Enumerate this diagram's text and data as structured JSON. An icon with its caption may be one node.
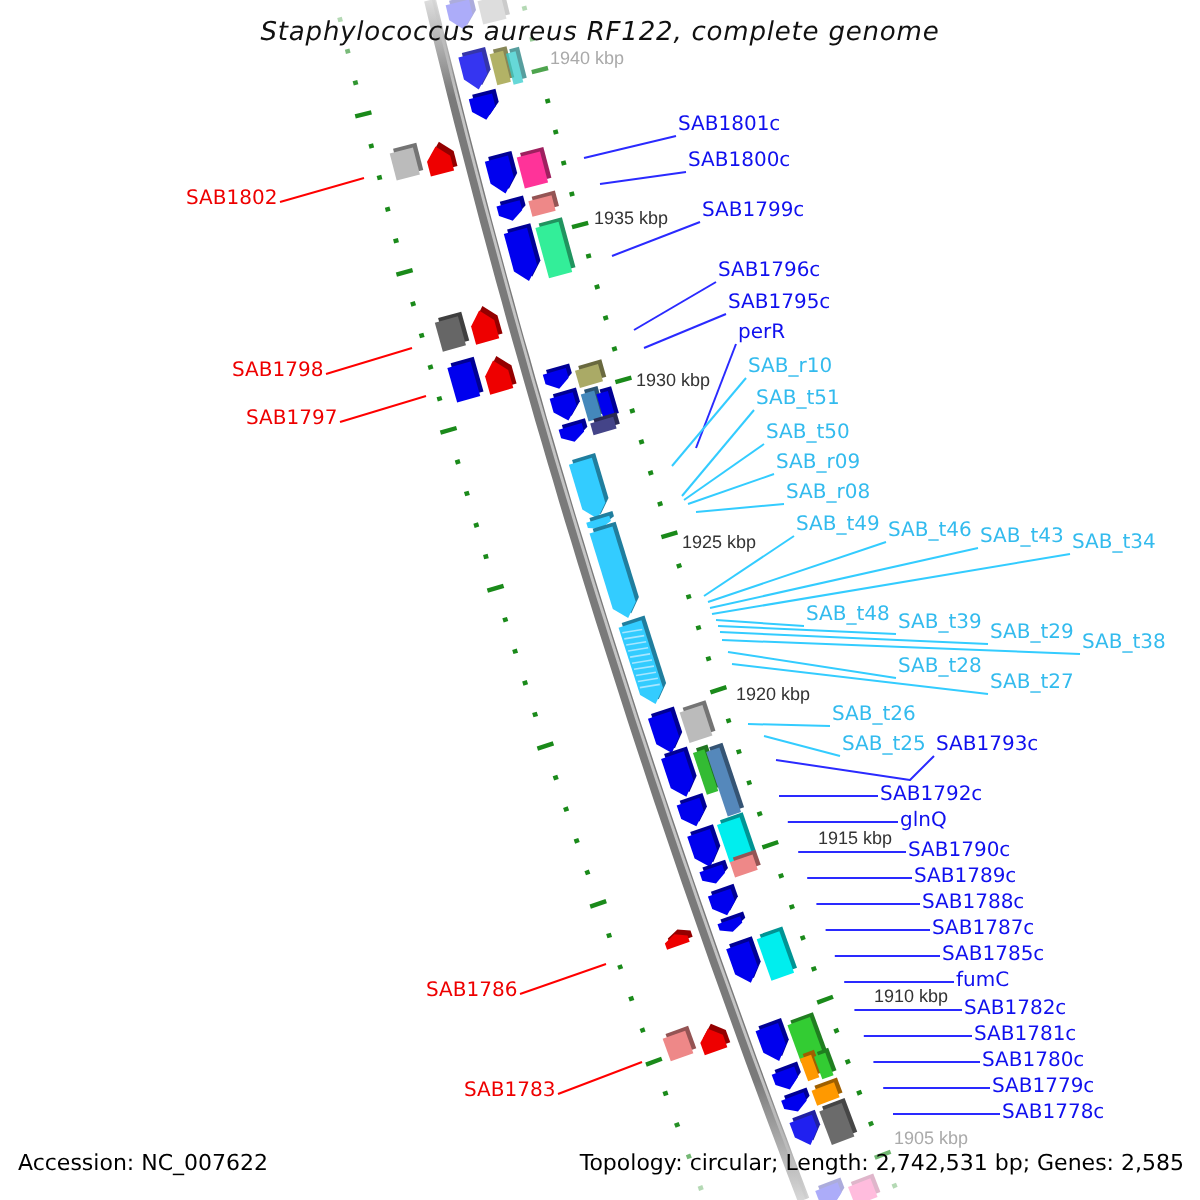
{
  "diagram": {
    "title": "Staphylococcus aureus RF122, complete genome",
    "nodes": [
      {
        "text": [
          "SAB1801c"
        ]
      },
      {
        "text": [
          "SAB1800c"
        ]
      },
      {
        "text": [
          "SAB1802"
        ]
      },
      {
        "text": [
          "SAB1799c"
        ]
      },
      {
        "text": [
          "SAB1796c"
        ]
      },
      {
        "text": [
          "SAB1795c"
        ]
      },
      {
        "text": [
          "perR"
        ]
      },
      {
        "text": [
          "SAB_r10"
        ]
      },
      {
        "text": [
          "SAB1798"
        ]
      },
      {
        "text": [
          "SAB_t51"
        ]
      },
      {
        "text": [
          "SAB1797"
        ]
      },
      {
        "text": [
          "SAB_t50"
        ]
      },
      {
        "text": [
          "SAB_r09"
        ]
      },
      {
        "text": [
          "SAB_r08"
        ]
      },
      {
        "text": [
          "SAB_t49"
        ]
      },
      {
        "text": [
          "SAB_t46"
        ]
      },
      {
        "text": [
          "SAB_t43"
        ]
      },
      {
        "text": [
          "SAB_t34"
        ]
      },
      {
        "text": [
          "SAB_t48"
        ]
      },
      {
        "text": [
          "SAB_t39"
        ]
      },
      {
        "text": [
          "SAB_t29"
        ]
      },
      {
        "text": [
          "SAB_t38"
        ]
      },
      {
        "text": [
          "SAB_t28"
        ]
      },
      {
        "text": [
          "SAB_t27"
        ]
      },
      {
        "text": [
          "SAB_t26"
        ]
      },
      {
        "text": [
          "SAB_t25"
        ]
      },
      {
        "text": [
          "SAB1793c"
        ]
      },
      {
        "text": [
          "SAB1792c"
        ]
      },
      {
        "text": [
          "glnQ"
        ]
      },
      {
        "text": [
          "SAB1790c"
        ]
      },
      {
        "text": [
          "SAB1789c"
        ]
      },
      {
        "text": [
          "SAB1788c"
        ]
      },
      {
        "text": [
          "SAB1787c"
        ]
      },
      {
        "text": [
          "SAB1785c"
        ]
      },
      {
        "text": [
          "fumC"
        ]
      },
      {
        "text": [
          "SAB1782c"
        ]
      },
      {
        "text": [
          "SAB1786"
        ]
      },
      {
        "text": [
          "SAB1781c"
        ]
      },
      {
        "text": [
          "SAB1780c"
        ]
      },
      {
        "text": [
          "SAB1779c"
        ]
      },
      {
        "text": [
          "SAB1783"
        ]
      },
      {
        "text": [
          "SAB1778c"
        ]
      }
    ],
    "edges": [
      {
        "from": 0,
        "to": null,
        "arrow": "none"
      },
      {
        "from": 1,
        "to": null,
        "arrow": "none"
      },
      {
        "from": 2,
        "to": null,
        "arrow": "none",
        "color": "#ff0000"
      },
      {
        "from": 3,
        "to": null,
        "arrow": "none"
      },
      {
        "from": 4,
        "to": null,
        "arrow": "none"
      },
      {
        "from": 5,
        "to": null,
        "arrow": "none"
      },
      {
        "from": 6,
        "to": null,
        "arrow": "none"
      },
      {
        "from": 7,
        "to": null,
        "arrow": "none",
        "color": "#33ccff"
      },
      {
        "from": 8,
        "to": null,
        "arrow": "none",
        "color": "#ff0000"
      },
      {
        "from": 9,
        "to": null,
        "arrow": "none",
        "color": "#33ccff"
      },
      {
        "from": 10,
        "to": null,
        "arrow": "none",
        "color": "#ff0000"
      },
      {
        "from": 11,
        "to": null,
        "arrow": "none",
        "color": "#33ccff"
      },
      {
        "from": 12,
        "to": null,
        "arrow": "none",
        "color": "#33ccff"
      },
      {
        "from": 13,
        "to": null,
        "arrow": "none",
        "color": "#33ccff"
      },
      {
        "from": 14,
        "to": null,
        "arrow": "none",
        "color": "#33ccff"
      },
      {
        "from": 15,
        "to": null,
        "arrow": "none",
        "color": "#33ccff"
      },
      {
        "from": 16,
        "to": null,
        "arrow": "none",
        "color": "#33ccff"
      },
      {
        "from": 17,
        "to": null,
        "arrow": "none",
        "color": "#33ccff"
      },
      {
        "from": 18,
        "to": null,
        "arrow": "none",
        "color": "#33ccff"
      },
      {
        "from": 19,
        "to": null,
        "arrow": "none",
        "color": "#33ccff"
      },
      {
        "from": 20,
        "to": null,
        "arrow": "none",
        "color": "#33ccff"
      },
      {
        "from": 21,
        "to": null,
        "arrow": "none",
        "color": "#33ccff"
      },
      {
        "from": 22,
        "to": null,
        "arrow": "none",
        "color": "#33ccff"
      },
      {
        "from": 23,
        "to": null,
        "arrow": "none",
        "color": "#33ccff"
      },
      {
        "from": 24,
        "to": null,
        "arrow": "none",
        "color": "#33ccff"
      },
      {
        "from": 25,
        "to": null,
        "arrow": "none",
        "color": "#33ccff"
      },
      {
        "from": 26,
        "to": null,
        "arrow": "none"
      },
      {
        "from": 27,
        "to": null,
        "arrow": "none"
      },
      {
        "from": 28,
        "to": null,
        "arrow": "none"
      },
      {
        "from": 29,
        "to": null,
        "arrow": "none"
      },
      {
        "from": 30,
        "to": null,
        "arrow": "none"
      },
      {
        "from": 31,
        "to": null,
        "arrow": "none"
      },
      {
        "from": 32,
        "to": null,
        "arrow": "none"
      },
      {
        "from": 33,
        "to": null,
        "arrow": "none"
      },
      {
        "from": 34,
        "to": null,
        "arrow": "none"
      },
      {
        "from": 35,
        "to": null,
        "arrow": "none"
      },
      {
        "from": 36,
        "to": null,
        "arrow": "none",
        "color": "#ff0000"
      },
      {
        "from": 37,
        "to": null,
        "arrow": "none"
      },
      {
        "from": 38,
        "to": null,
        "arrow": "none"
      },
      {
        "from": 39,
        "to": null,
        "arrow": "none"
      },
      {
        "from": 40,
        "to": null,
        "arrow": "none",
        "color": "#ff0000"
      },
      {
        "from": 41,
        "to": null,
        "arrow": "none"
      }
    ],
    "labels": [
      "1940 kbp",
      "1935 kbp",
      "1930 kbp",
      "1925 kbp",
      "1920 kbp",
      "1915 kbp",
      "1910 kbp",
      "1905 kbp",
      "Accession: NC_007622",
      "Topology: circular; Length: 2,742,531 bp; Genes: 2,585"
    ]
  }
}
